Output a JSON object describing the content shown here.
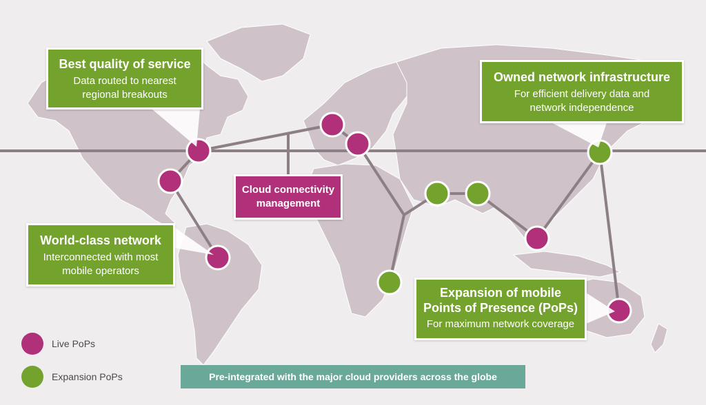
{
  "colors": {
    "live": "#b0317a",
    "expansion": "#73a32c",
    "line": "#8c7f86",
    "land": "#cfc2c9",
    "banner": "#6aa99a"
  },
  "callouts": {
    "best_quality": {
      "title": "Best quality of service",
      "sub_lines": [
        "Data routed to nearest",
        "regional breakouts"
      ]
    },
    "owned_network": {
      "title": "Owned network infrastructure",
      "sub_lines": [
        "For efficient delivery data and",
        "network independence"
      ]
    },
    "cloud": {
      "title_lines": [
        "Cloud connectivity",
        "management"
      ]
    },
    "world_class": {
      "title": "World-class network",
      "sub_lines": [
        "Interconnected with most",
        "mobile operators"
      ]
    },
    "expansion": {
      "title_lines": [
        "Expansion of mobile",
        "Points of Presence (PoPs)"
      ],
      "sub_lines": [
        "For maximum network coverage"
      ]
    }
  },
  "legend": {
    "live": "Live PoPs",
    "expansion": "Expansion PoPs"
  },
  "banner": "Pre-integrated with the major cloud providers across the globe",
  "nodes": [
    {
      "id": "toronto",
      "type": "live"
    },
    {
      "id": "east-us",
      "type": "live"
    },
    {
      "id": "south-america",
      "type": "live"
    },
    {
      "id": "uk",
      "type": "live"
    },
    {
      "id": "germany",
      "type": "live"
    },
    {
      "id": "middle-east",
      "type": "expansion"
    },
    {
      "id": "india",
      "type": "expansion"
    },
    {
      "id": "southern-africa",
      "type": "expansion"
    },
    {
      "id": "southeast-asia",
      "type": "live"
    },
    {
      "id": "japan",
      "type": "expansion"
    },
    {
      "id": "australia",
      "type": "live"
    }
  ]
}
